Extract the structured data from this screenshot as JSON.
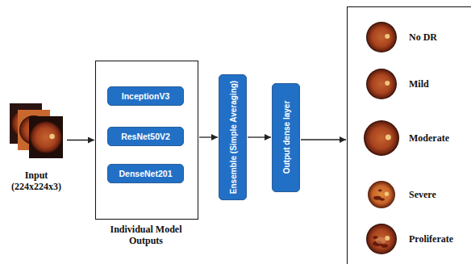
{
  "diagram": {
    "nodes": [
      {
        "text": [
          "Input (224x224x3)"
        ]
      },
      {
        "text": [
          "Individual Model Outputs"
        ]
      },
      {
        "text": [
          "InceptionV3"
        ],
        "in": 1
      },
      {
        "text": [
          "ResNet50V2"
        ],
        "in": 1
      },
      {
        "text": [
          "DenseNet201"
        ],
        "in": 1
      },
      {
        "text": [
          "Ensemble (Simple Averaging)"
        ]
      },
      {
        "text": [
          "Output dense layer"
        ]
      },
      {
        "text": []
      },
      {
        "text": [
          "No DR"
        ],
        "in": 7
      },
      {
        "text": [
          "Mild"
        ],
        "in": 7
      },
      {
        "text": [
          "Moderate"
        ],
        "in": 7
      },
      {
        "text": [
          "Severe"
        ],
        "in": 7
      },
      {
        "text": [
          "Proliferate"
        ],
        "in": 7
      }
    ],
    "edges": [
      {
        "from": 0,
        "to": 1,
        "arrow": "to"
      },
      {
        "from": 1,
        "to": 5,
        "arrow": "to"
      },
      {
        "from": 5,
        "to": 6,
        "arrow": "to"
      },
      {
        "from": 6,
        "to": 7,
        "arrow": "to"
      }
    ]
  }
}
